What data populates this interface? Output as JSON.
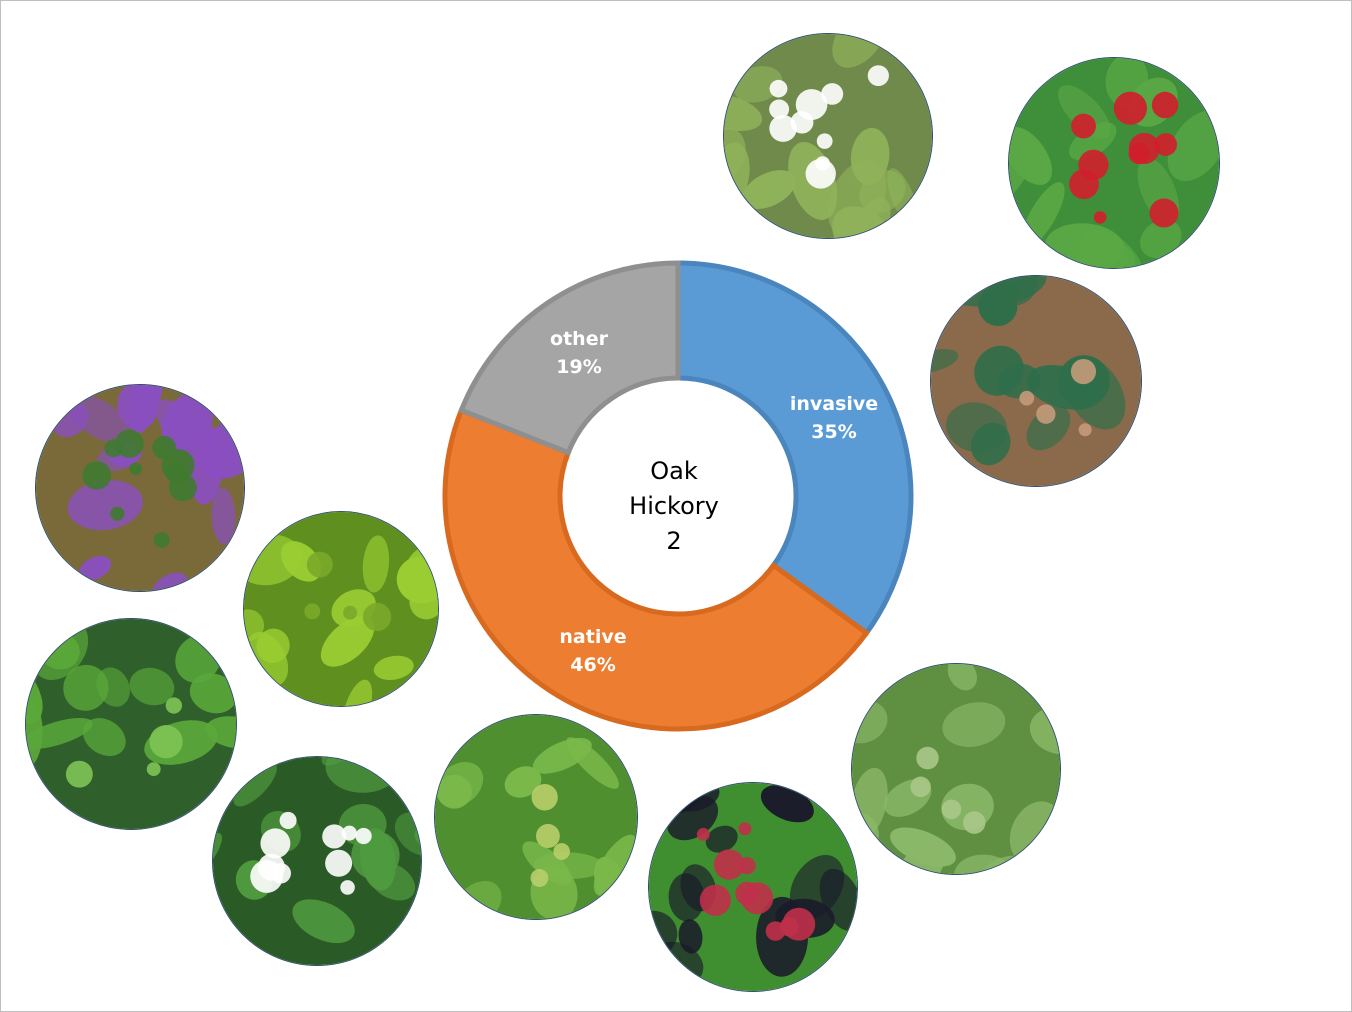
{
  "chart_data": {
    "type": "donut",
    "center_label": [
      "Oak",
      "Hickory",
      "2"
    ],
    "slices": [
      {
        "label": "invasive",
        "pct_label": "35%",
        "value": 35,
        "color": "#5b9bd5",
        "edge": "#4a86bd"
      },
      {
        "label": "native",
        "pct_label": "46%",
        "value": 46,
        "color": "#ed7d31",
        "edge": "#d86a20"
      },
      {
        "label": "other",
        "pct_label": "19%",
        "value": 19,
        "color": "#a5a5a5",
        "edge": "#8f8f8f"
      }
    ]
  },
  "photos": [
    {
      "subject": "white-star-flowers",
      "palette": [
        "#6f8a4a",
        "#8fb25a",
        "#ffffff"
      ]
    },
    {
      "subject": "red-berries",
      "palette": [
        "#3f8f3a",
        "#5aa845",
        "#d21e2c"
      ]
    },
    {
      "subject": "trailing-vine-leaves",
      "palette": [
        "#8a6a4a",
        "#2f6e4a",
        "#c49a7a"
      ]
    },
    {
      "subject": "violet-flowers",
      "palette": [
        "#7a6a3a",
        "#8a4fbf",
        "#3f7a30"
      ]
    },
    {
      "subject": "green-moss",
      "palette": [
        "#5f8f1f",
        "#9acd32",
        "#7aa82a"
      ]
    },
    {
      "subject": "nettle-leaves",
      "palette": [
        "#2f5f2a",
        "#5aa83a",
        "#7fc455"
      ]
    },
    {
      "subject": "white-flower-cluster",
      "palette": [
        "#2a5a25",
        "#4f9a3f",
        "#ffffff"
      ]
    },
    {
      "subject": "grape-vine",
      "palette": [
        "#4f8f2f",
        "#7ab84a",
        "#b8cf6a"
      ]
    },
    {
      "subject": "pokeweed-berries",
      "palette": [
        "#3f8f30",
        "#1a1a2a",
        "#c0304a"
      ]
    },
    {
      "subject": "creeper-leaves",
      "palette": [
        "#5f8f40",
        "#8ab868",
        "#a8c888"
      ]
    }
  ]
}
